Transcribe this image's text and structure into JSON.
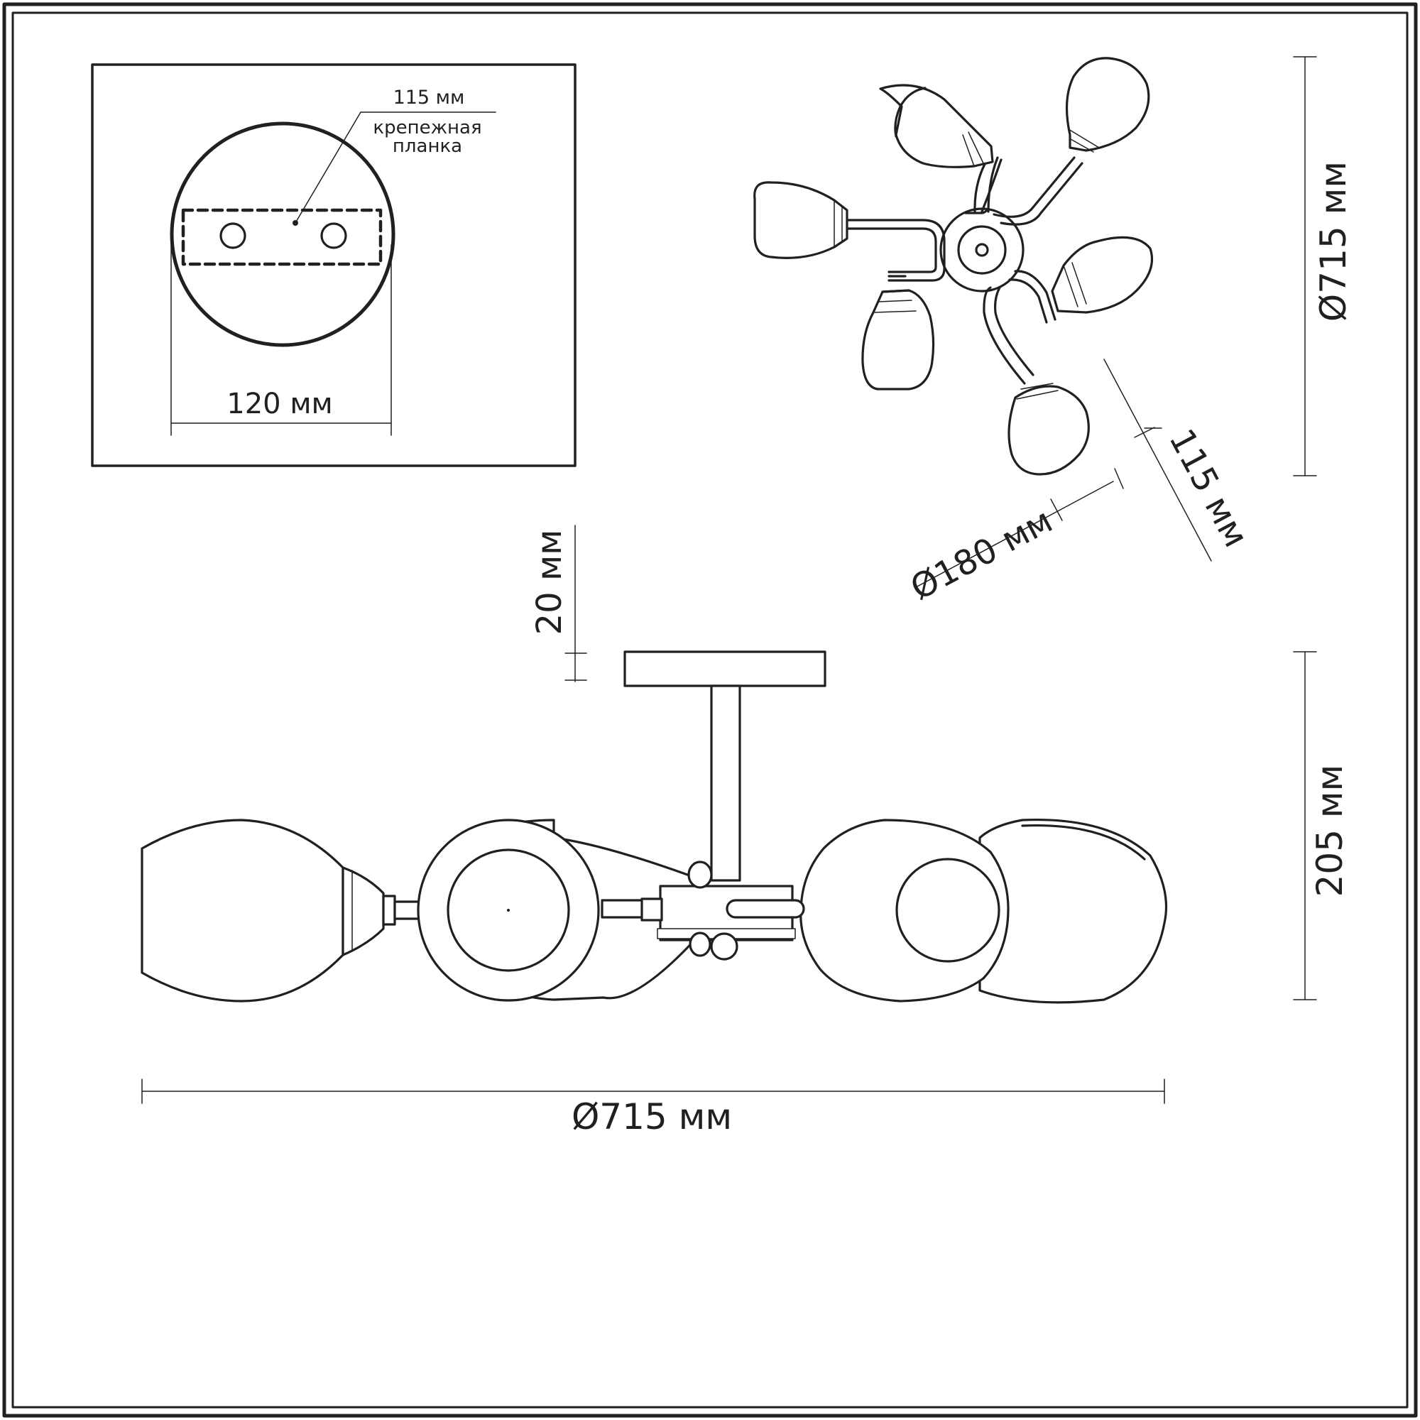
{
  "mount_detail": {
    "bracket_length_label": "115 мм",
    "bracket_name_line1": "крепежная",
    "bracket_name_line2": "планка",
    "diameter_label": "120 мм"
  },
  "top_view": {
    "height_label": "Ø715 мм",
    "offset_label": "115 мм",
    "base_diameter_label": "Ø180 мм"
  },
  "side_view": {
    "canopy_thickness_label": "20 мм",
    "height_label": "205 мм",
    "width_label": "Ø715 мм"
  },
  "colors": {
    "line": "#231f20",
    "background": "#ffffff"
  }
}
